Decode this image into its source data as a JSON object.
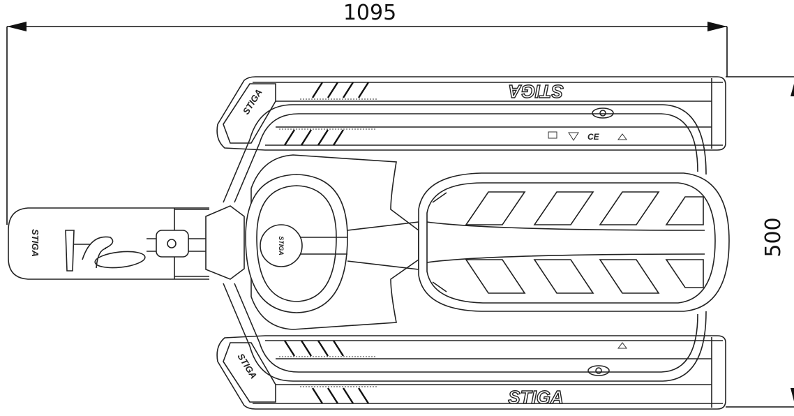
{
  "dimensions": {
    "width_label": "1095",
    "height_label": "500"
  },
  "branding": {
    "logo_text": "STIGA"
  }
}
